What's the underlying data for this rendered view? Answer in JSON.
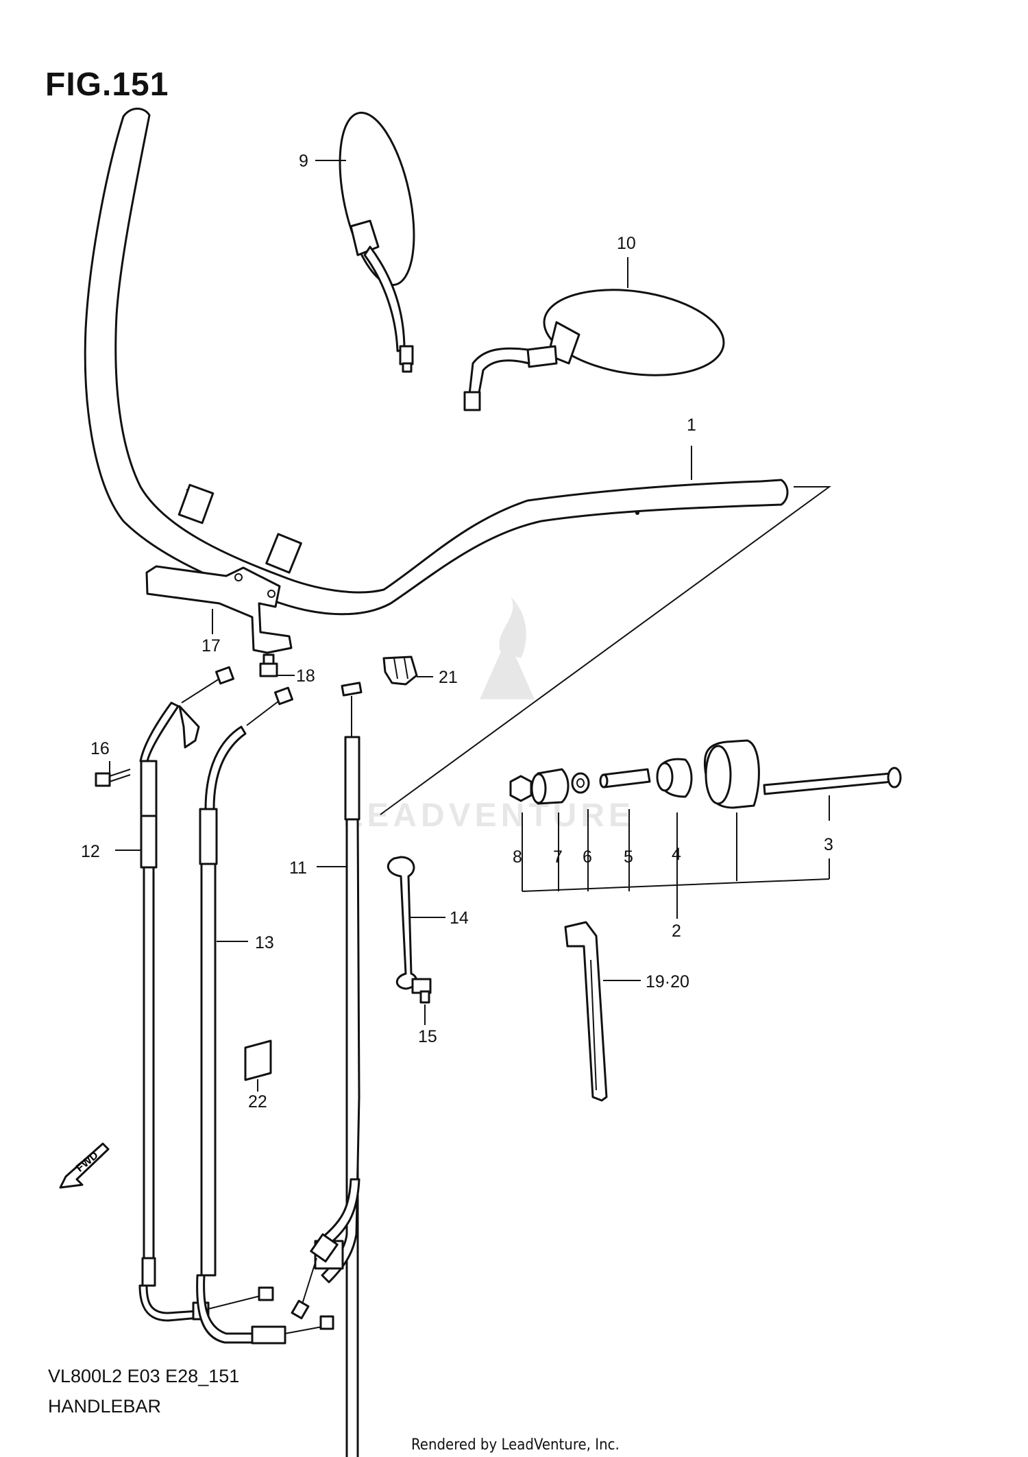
{
  "figure": {
    "title": "FIG.151"
  },
  "footer": {
    "model_code": "VL800L2 E03 E28_151",
    "assembly_name": "HANDLEBAR"
  },
  "credit": "Rendered by LeadVenture, Inc.",
  "watermark": "LEADVENTURE",
  "direction_marker": "FWD",
  "callouts": {
    "c1": "1",
    "c2": "2",
    "c3": "3",
    "c4": "4",
    "c5": "5",
    "c6": "6",
    "c7": "7",
    "c8": "8",
    "c9": "9",
    "c10": "10",
    "c11": "11",
    "c12": "12",
    "c13": "13",
    "c14": "14",
    "c15": "15",
    "c16": "16",
    "c17": "17",
    "c18": "18",
    "c19_20": "19·20",
    "c21": "21",
    "c22": "22"
  }
}
